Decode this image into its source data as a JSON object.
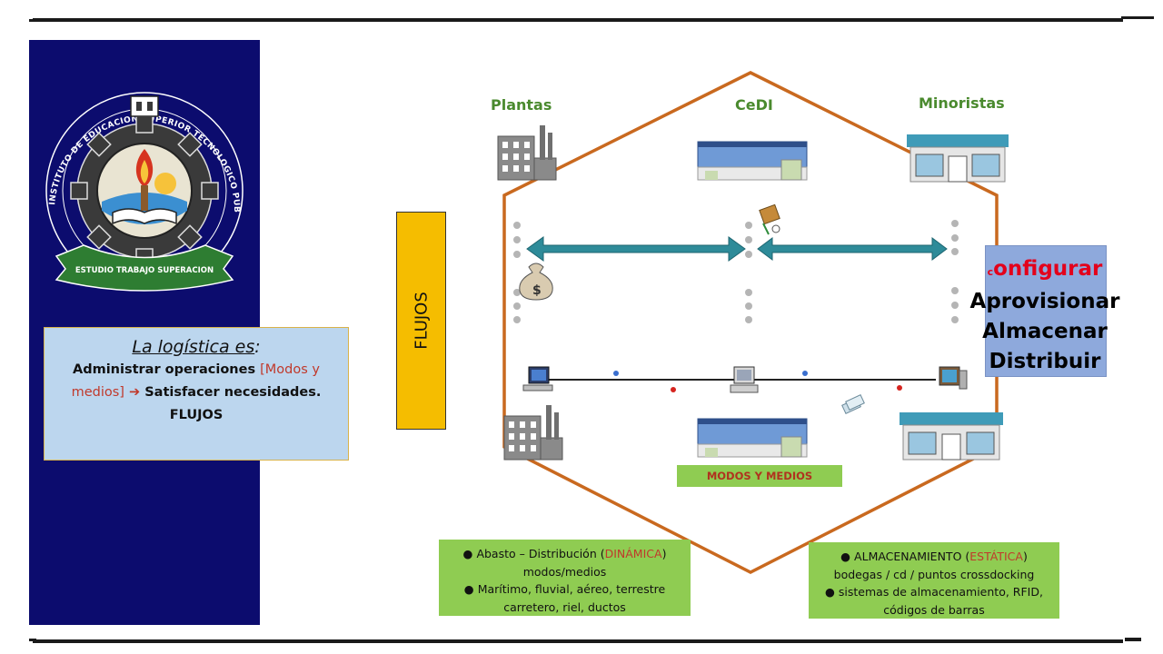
{
  "colors": {
    "sidebar": "#0c0c6e",
    "hexagon": "#c9691f",
    "arrow": "#2e8b99",
    "flujos_bar": "#f5bd00",
    "green_box": "#8fcc52",
    "process_box": "#8ea9dc",
    "red_text": "#e3001b"
  },
  "logo": {
    "arc_text": "INSTITUTO DE EDUCACION SUPERIOR TECNOLOGICO PUBLICO LUIS E. VALCARCEL",
    "ribbon_text": "ESTUDIO TRABAJO SUPERACION"
  },
  "definition": {
    "title": "La logística es",
    "title_suffix": ":",
    "line1_a": "Administrar operaciones ",
    "line1_b": "[Modos y medios]",
    "line1_c": " Satisfacer necesidades.",
    "line2": "FLUJOS",
    "arrow_glyph": "➔"
  },
  "flujos_label": "FLUJOS",
  "nodes": {
    "plantas": "Plantas",
    "cedi": "CeDI",
    "minoristas": "Minoristas"
  },
  "process": {
    "c_small": "c",
    "configurar": "onfigurar",
    "aprovisionar": "Aprovisionar",
    "almacenar": "Almacenar",
    "distribuir": "Distribuir"
  },
  "modos_label": "MODOS Y MEDIOS",
  "box_left": {
    "bullet": "●",
    "line1_a": " Abasto – Distribución (",
    "line1_b": "DINÁMICA",
    "line1_c": ")",
    "line2": "modos/medios",
    "line3": " Marítimo, fluvial, aéreo, terrestre",
    "line4": "carretero, riel, ductos"
  },
  "box_right": {
    "bullet": "●",
    "line1_a": " ALMACENAMIENTO (",
    "line1_b": "ESTÁTICA",
    "line1_c": ")",
    "line2": "bodegas / cd / puntos crossdocking",
    "line3": " sistemas de almacenamiento, RFID,",
    "line4": "códigos de barras"
  },
  "icons": [
    "factory-icon",
    "warehouse-icon",
    "store-icon",
    "money-bag-icon",
    "package-icon",
    "computer-icon",
    "document-icon"
  ]
}
